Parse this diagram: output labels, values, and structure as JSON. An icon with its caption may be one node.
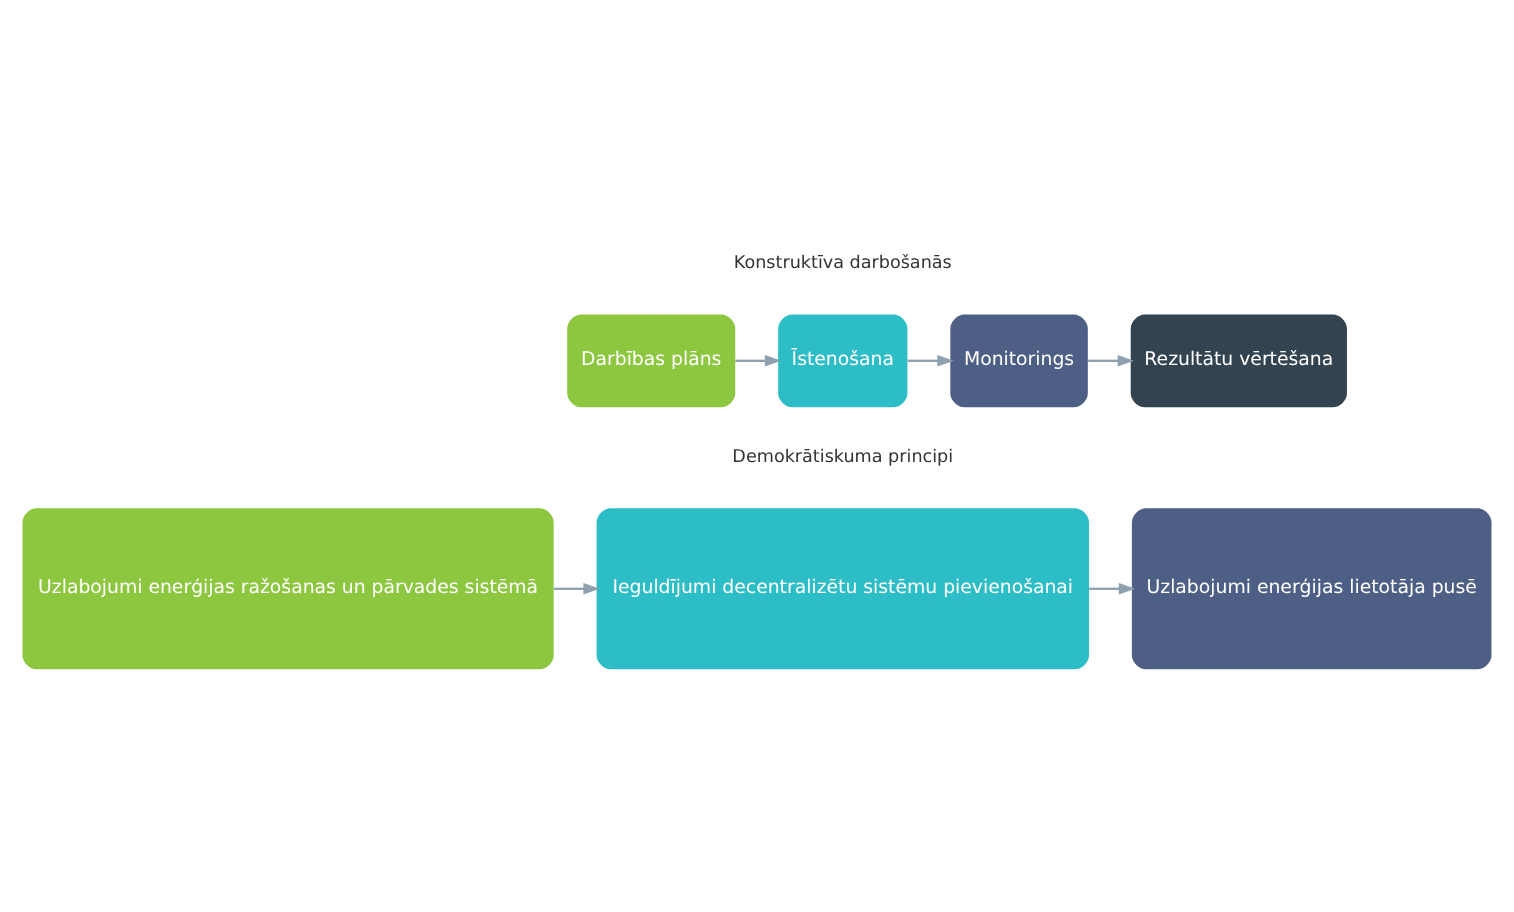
{
  "diagram": {
    "nodes": [
      {
        "text": [
          "Darbības plāns"
        ]
      },
      {
        "text": [
          "Īstenošana"
        ]
      },
      {
        "text": [
          "Monitorings"
        ]
      },
      {
        "text": [
          "Rezultātu vērtēšana"
        ]
      },
      {
        "text": [
          "Uzlabojumi enerģijas ražošanas un pārvades sistēmā"
        ]
      },
      {
        "text": [
          "Ieguldījumi decentralizētu sistēmu pievienošanai"
        ]
      },
      {
        "text": [
          "Uzlabojumi enerģijas lietotāja pusē"
        ]
      }
    ],
    "edges": [
      {
        "from": 0,
        "to": 1,
        "arrow": "to"
      },
      {
        "from": 1,
        "to": 2,
        "arrow": "to"
      },
      {
        "from": 2,
        "to": 3,
        "arrow": "to"
      },
      {
        "from": 4,
        "to": 5,
        "arrow": "to"
      },
      {
        "from": 5,
        "to": 6,
        "arrow": "to"
      }
    ],
    "labels": [
      "Konstruktīva darbošanās",
      "Demokrātiskuma principi"
    ]
  }
}
